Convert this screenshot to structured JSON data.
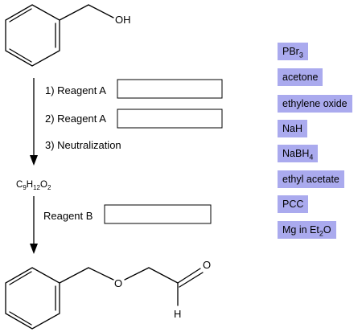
{
  "start_material": {
    "oh_label": "OH"
  },
  "steps": [
    {
      "label": "1) Reagent A",
      "answer": ""
    },
    {
      "label": "2) Reagent A",
      "answer": ""
    },
    {
      "label": "3) Neutralization"
    }
  ],
  "intermediate": {
    "formula_parts": [
      "C",
      "9",
      "H",
      "12",
      "O",
      "2"
    ]
  },
  "step_b": {
    "label": "Reagent B",
    "answer": ""
  },
  "product": {
    "ether_o_label": "O",
    "carbonyl_o_label": "O",
    "aldehyde_h_label": "H"
  },
  "reagents": [
    {
      "main": "PBr",
      "sub": "3",
      "tail": ""
    },
    {
      "main": "acetone",
      "sub": "",
      "tail": ""
    },
    {
      "main": "ethylene oxide",
      "sub": "",
      "tail": ""
    },
    {
      "main": "NaH",
      "sub": "",
      "tail": ""
    },
    {
      "main": "NaBH",
      "sub": "4",
      "tail": ""
    },
    {
      "main": "ethyl acetate",
      "sub": "",
      "tail": ""
    },
    {
      "main": "PCC",
      "sub": "",
      "tail": ""
    },
    {
      "main": "Mg in Et",
      "sub": "2",
      "tail": "O"
    }
  ],
  "colors": {
    "reagent_bg": "#aaaaee",
    "line": "#000000",
    "box_fill": "#ffffff"
  }
}
